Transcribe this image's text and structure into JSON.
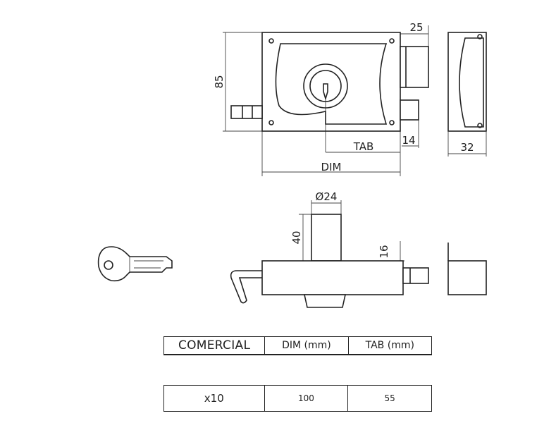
{
  "dimensions": {
    "height": "85",
    "bolt_throw": "25",
    "latch_offset": "14",
    "depth": "32",
    "tab": "TAB",
    "dim": "DIM",
    "cylinder_diameter": "Ø24",
    "cylinder_projection": "40",
    "bolt_height": "16"
  },
  "table": {
    "headers": [
      "COMERCIAL",
      "DIM (mm)",
      "TAB (mm)"
    ],
    "rows": [
      [
        "x10",
        "100",
        "55"
      ]
    ]
  }
}
